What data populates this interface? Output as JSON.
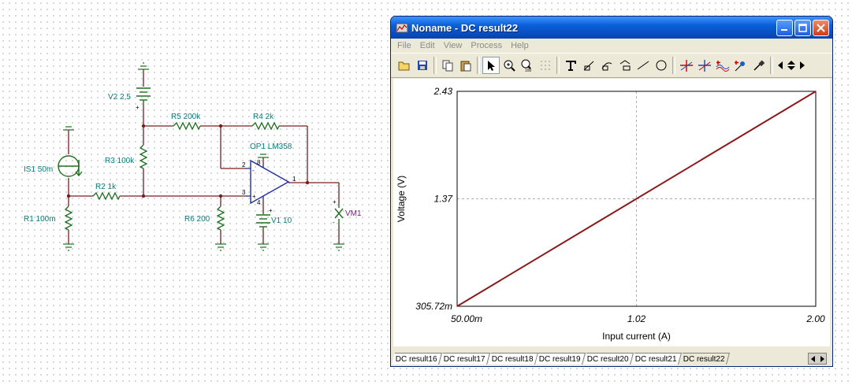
{
  "window": {
    "title": "Noname - DC result22",
    "menu": [
      "File",
      "Edit",
      "View",
      "Process",
      "Help"
    ]
  },
  "toolbar": {
    "icons": [
      "open-icon",
      "save-icon",
      "copy-icon",
      "paste-icon",
      "pointer-icon",
      "zoom-in-icon",
      "zoom-100-icon",
      "grid-icon",
      "text-icon",
      "label-icon",
      "label-curve-icon",
      "label-axis-icon",
      "line-icon",
      "circle-icon",
      "cursor-a-icon",
      "cursor-b-icon",
      "add-curve-icon",
      "marker-icon",
      "probe-icon",
      "scroll-left-icon",
      "scroll-updown-icon",
      "scroll-right-icon"
    ],
    "zoom_100_label": "100"
  },
  "schematic": {
    "labels": {
      "v2": "V2 2,5",
      "r5": "R5 200k",
      "r4": "R4 2k",
      "op1": "OP1 LM358",
      "r3": "R3 100k",
      "is1": "IS1 50m",
      "r2": "R2 1k",
      "r1": "R1 100m",
      "r6": "R6 200",
      "v1": "V1 10",
      "vm1": "VM1"
    },
    "pins": {
      "p2": "2",
      "p3": "3",
      "p1": "1",
      "p8": "8",
      "p4": "4"
    },
    "signs": {
      "plus": "+",
      "minus": "-"
    }
  },
  "chart_data": {
    "type": "line",
    "xlabel": "Input current (A)",
    "ylabel": "Voltage (V)",
    "x_tick_labels": [
      "50.00m",
      "1.02",
      "2.00"
    ],
    "y_tick_labels": [
      "2.43",
      "1.37",
      "305.72m"
    ],
    "xlim": [
      0.05,
      2.0
    ],
    "ylim": [
      0.30572,
      2.43
    ],
    "grid": true,
    "series": [
      {
        "color": "#8b1a1a",
        "x": [
          0.05,
          2.0
        ],
        "y": [
          0.30572,
          2.43
        ]
      }
    ]
  },
  "tabs": {
    "items": [
      "DC result16",
      "DC result17",
      "DC result18",
      "DC result19",
      "DC result20",
      "DC result21",
      "DC result22"
    ],
    "active": "DC result22"
  },
  "colors": {
    "title_bar": "#0a5fd8",
    "schematic_wire": "#7a1c1c",
    "schematic_component": "#1e6e1e",
    "opamp": "#1e2e9e",
    "label": "#0a7a7a",
    "plot_line": "#8b1a1a"
  }
}
